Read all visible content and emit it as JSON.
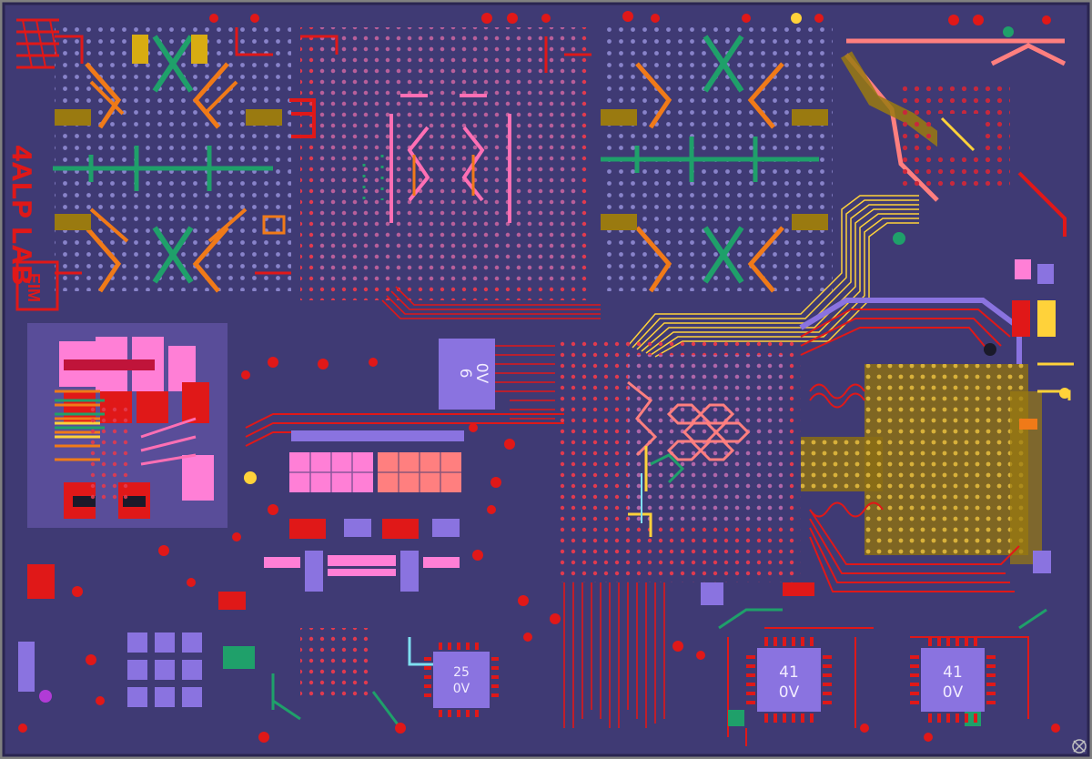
{
  "viewer": {
    "title": "PCB layout view",
    "background_color": "#808080",
    "board_color": "#3f3a74",
    "board_outline_color": "#2a2550"
  },
  "colors": {
    "top_copper": "#e01818",
    "inner1": "#f07a18",
    "inner2": "#1fa06a",
    "inner3": "#b13bd6",
    "inner4": "#ff6fb4",
    "inner5": "#ffd23a",
    "pad_purple": "#8a73e0",
    "pad_pink": "#ff7fd6",
    "plane_olive": "#9a7a10",
    "via": "#b8a9ff",
    "silk": "#e01818"
  },
  "silkscreen": {
    "logo_text": "4ALP LAB",
    "logo_box": "EIM"
  },
  "chips": [
    {
      "name": "u-6",
      "line1": "6",
      "line2": "0V"
    },
    {
      "name": "u-25",
      "line1": "25",
      "line2": "0V"
    },
    {
      "name": "u-41-a",
      "line1": "41",
      "line2": "0V"
    },
    {
      "name": "u-41-b",
      "line1": "41",
      "line2": "0V"
    }
  ]
}
